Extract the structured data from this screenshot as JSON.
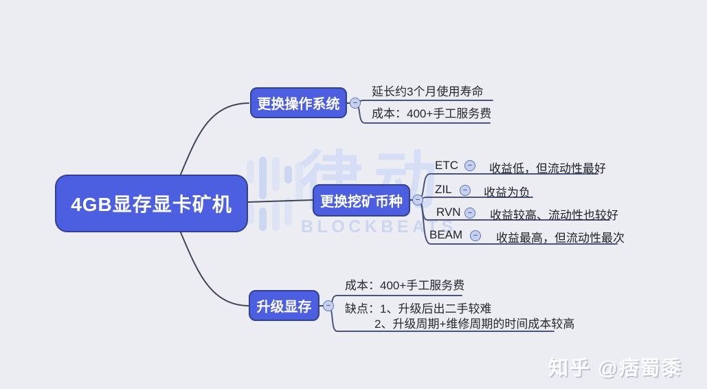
{
  "page": {
    "background": "#ececf3"
  },
  "colors": {
    "node_fill": "#4c5fe0",
    "node_border": "#33408f",
    "edge_line": "#3f4458",
    "underline": "#4b5478",
    "watermark_blue": "#ccd6ef",
    "background": "#ececf3"
  },
  "icons": {
    "collapse": "−"
  },
  "root": {
    "label": "4GB显存显卡矿机"
  },
  "branches": {
    "os": {
      "label": "更换操作系统",
      "children": {
        "c1": {
          "text": "延长约3个月使用寿命"
        },
        "c2": {
          "text": "成本：400+手工服务费"
        }
      }
    },
    "coin": {
      "label": "更换挖矿币种",
      "children": {
        "etc": {
          "label": "ETC",
          "desc": "收益低，但流动性最好"
        },
        "zil": {
          "label": "ZIL",
          "desc": "收益为负"
        },
        "rvn": {
          "label": "RVN",
          "desc": "收益较高、流动性也较好"
        },
        "beam": {
          "label": "BEAM",
          "desc": "收益最高，但流动性最次"
        }
      }
    },
    "vram": {
      "label": "升级显存",
      "children": {
        "c1": {
          "text": "成本：400+手工服务费"
        },
        "c2": {
          "line1": "缺点：1、升级后出二手较难",
          "line2": "2、升级周期+维修周期的时间成本较高"
        }
      }
    }
  },
  "watermark": {
    "brand_cn": "律动",
    "brand_en": "BLOCKBEATS",
    "credit": "知乎 @痞蜀黍"
  }
}
